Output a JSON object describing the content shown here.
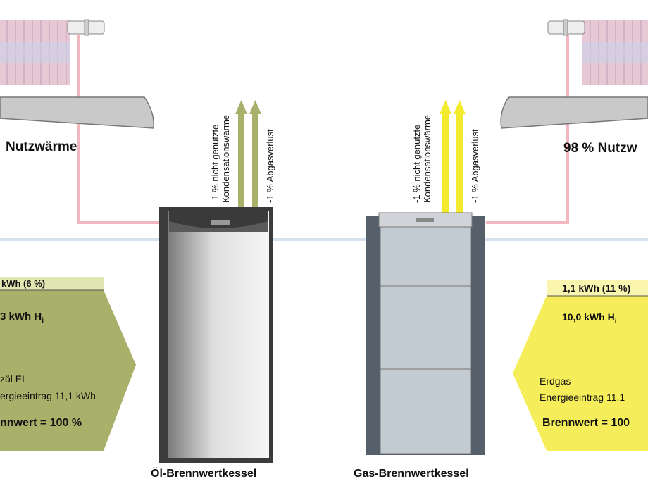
{
  "left": {
    "heat_label": "Nutzwärme",
    "loss_row": "kWh (6 %)",
    "hi_prefix": "3 kWh H",
    "hi_sub": "i",
    "fuel": "zöl EL",
    "energy": "ergieeintrag 11,1 kWh",
    "brennwert": "nnwert = 100 %",
    "exhaust_1a": "-1 % nicht genutzte",
    "exhaust_1b": "Kondensationswärme",
    "exhaust_2": "-1 % Abgasverlust",
    "caption": "Öl-Brennwertkessel",
    "colors": {
      "box": "#a9b06a",
      "box_light": "#e2e6b3",
      "exhaust": "#a9b06a"
    }
  },
  "right": {
    "heat_label": "98 % Nutzw",
    "loss_row": "1,1 kWh (11 %)",
    "hi_prefix": "10,0 kWh H",
    "hi_sub": "i",
    "fuel": "Erdgas",
    "energy": "Energieeintrag 11,1",
    "brennwert": "Brennwert = 100",
    "exhaust_1a": "-1 % nicht genutzte",
    "exhaust_1b": "Kondensationswärme",
    "exhaust_2": "-1 % Abgasverlust",
    "caption": "Gas-Brennwertkessel",
    "colors": {
      "box": "#f5ee5a",
      "box_light": "#faf6b0",
      "exhaust": "#f3ea2e"
    }
  }
}
